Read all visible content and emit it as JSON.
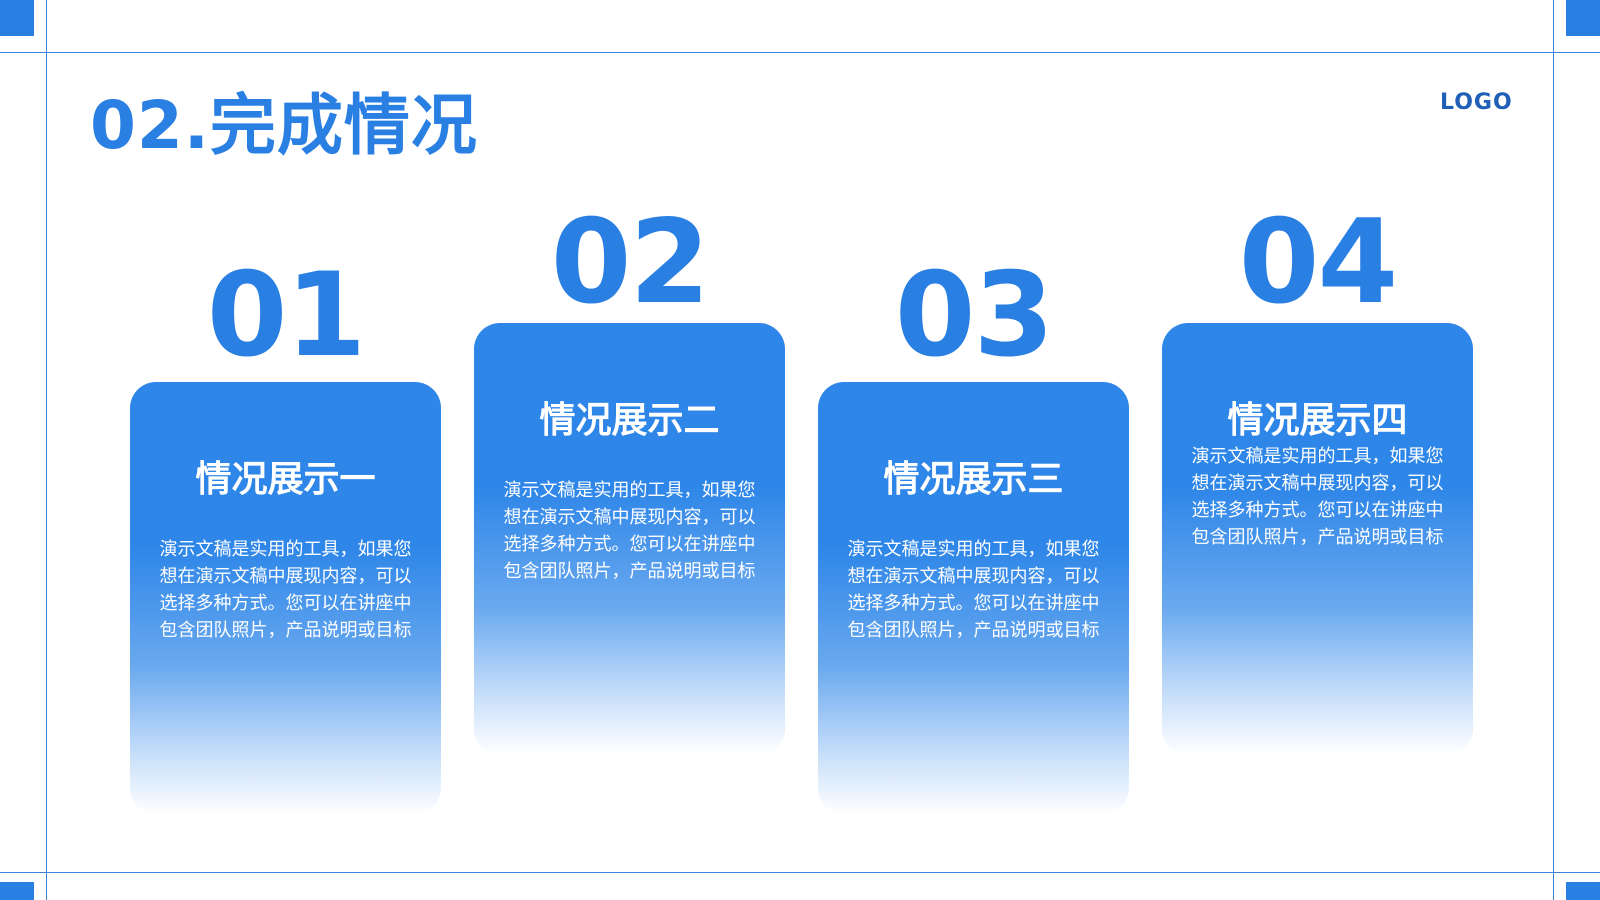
{
  "slide": {
    "title": "02.完成情况",
    "logo": "LOGO",
    "accent_color": "#2a7fe3"
  },
  "cards": [
    {
      "number": "01",
      "title": "情况展示一",
      "body": "演示文稿是实用的工具，如果您想在演示文稿中展现内容，可以选择多种方式。您可以在讲座中包含团队照片，产品说明或目标"
    },
    {
      "number": "02",
      "title": "情况展示二",
      "body": "演示文稿是实用的工具，如果您想在演示文稿中展现内容，可以选择多种方式。您可以在讲座中包含团队照片，产品说明或目标"
    },
    {
      "number": "03",
      "title": "情况展示三",
      "body": "演示文稿是实用的工具，如果您想在演示文稿中展现内容，可以选择多种方式。您可以在讲座中包含团队照片，产品说明或目标"
    },
    {
      "number": "04",
      "title": "情况展示四",
      "body": "演示文稿是实用的工具，如果您想在演示文稿中展现内容，可以选择多种方式。您可以在讲座中包含团队照片，产品说明或目标"
    }
  ]
}
